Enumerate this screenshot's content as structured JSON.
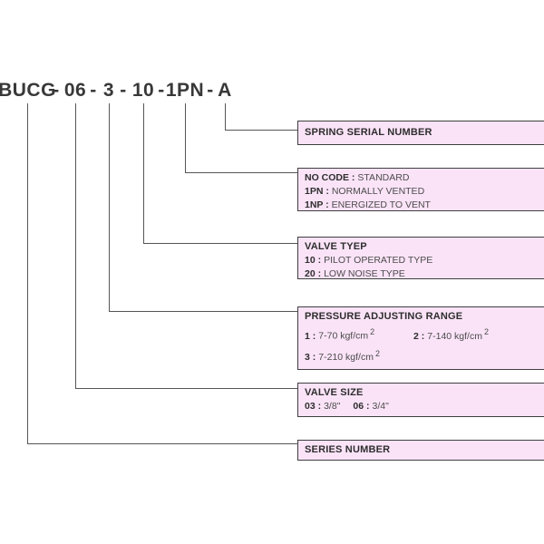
{
  "model": {
    "separator": "-",
    "segments": [
      "BUCG",
      "06",
      "3",
      "10",
      "1PN",
      "A"
    ]
  },
  "boxes": [
    {
      "title": "SPRING SERIAL NUMBER"
    },
    {
      "rows": [
        {
          "key": "NO CODE :",
          "desc": "STANDARD"
        },
        {
          "key": "1PN :",
          "desc": "NORMALLY VENTED"
        },
        {
          "key": "1NP :",
          "desc": "ENERGIZED TO VENT"
        }
      ]
    },
    {
      "title": "VALVE TYEP",
      "rows": [
        {
          "key": "10 :",
          "desc": "PILOT OPERATED TYPE"
        },
        {
          "key": "20 :",
          "desc": "LOW NOISE TYPE"
        }
      ]
    },
    {
      "title": "PRESSURE ADJUSTING RANGE",
      "rows": [
        {
          "key": "1 :",
          "value": "7-70 kgf/cm",
          "sup": "2"
        },
        {
          "key": "2 :",
          "value": "7-140 kgf/cm",
          "sup": "2"
        },
        {
          "key": "3 :",
          "value": "7-210 kgf/cm",
          "sup": "2"
        }
      ]
    },
    {
      "title": "VALVE SIZE",
      "rows": [
        {
          "key": "03 :",
          "desc": "3/8\""
        },
        {
          "key": "06 :",
          "desc": "3/4\""
        }
      ]
    },
    {
      "title": "SERIES NUMBER"
    }
  ],
  "colors": {
    "box_fill": "#fae3f7",
    "box_border": "#3f3f3f",
    "line": "#565656",
    "text": "#383838"
  }
}
